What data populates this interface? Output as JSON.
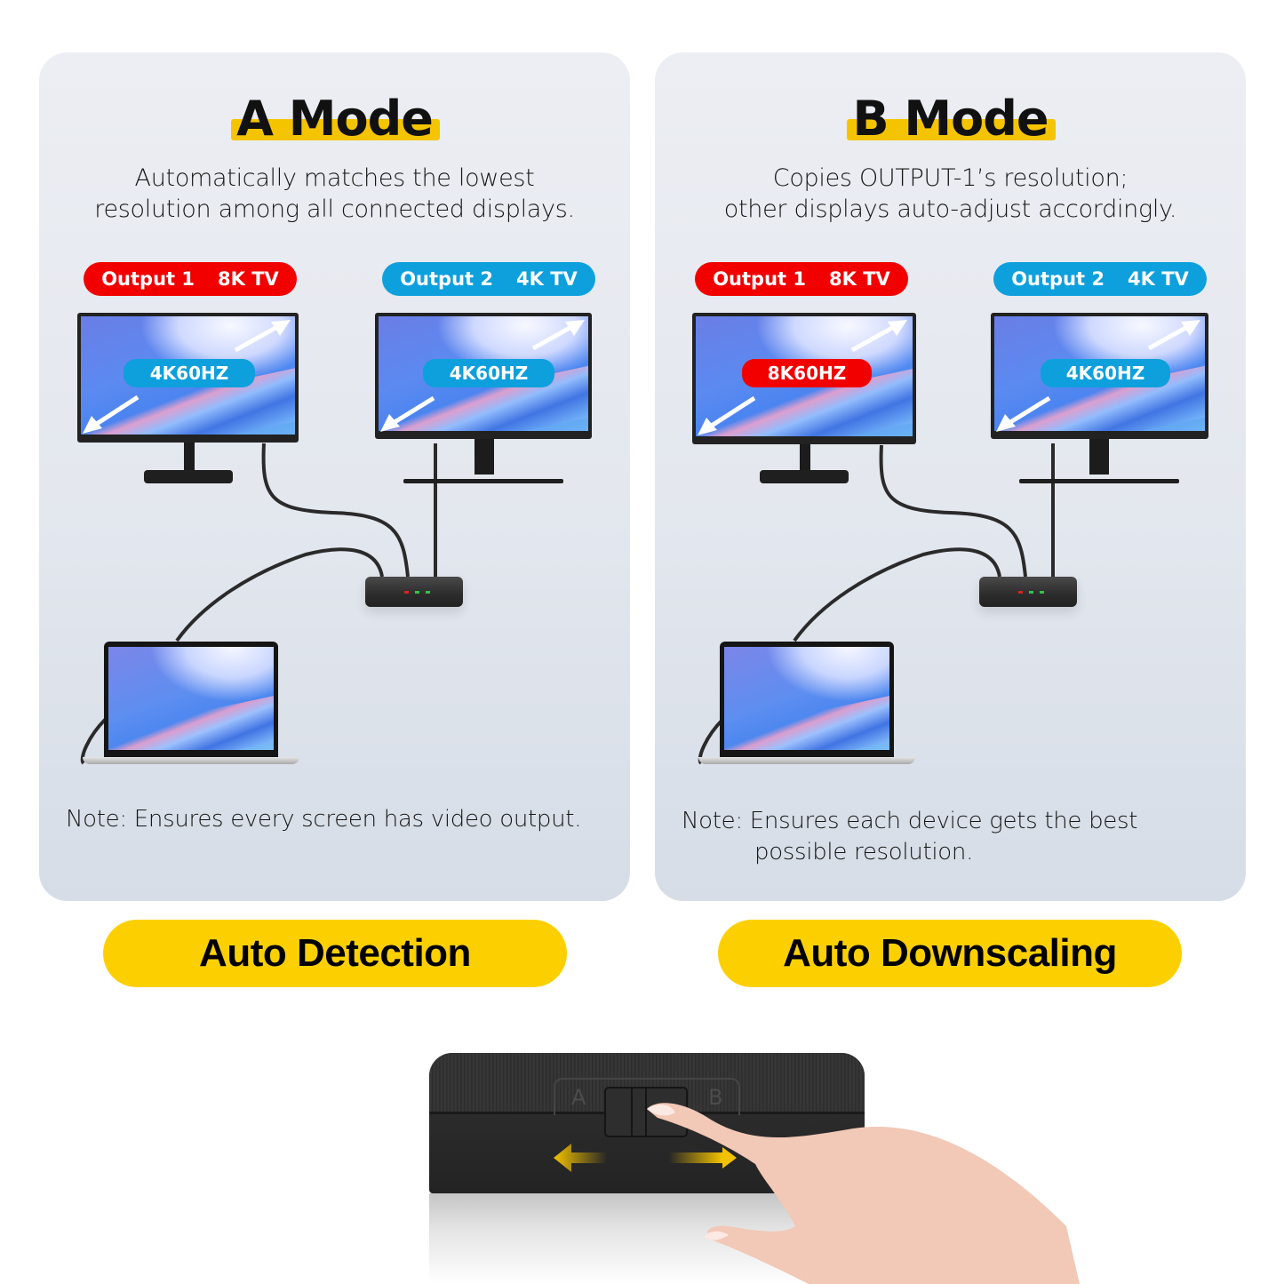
{
  "panels": [
    {
      "id": "a",
      "title": "A Mode",
      "description": [
        "Automatically matches the lowest",
        "resolution among all connected displays."
      ],
      "outputs": [
        {
          "label": "Output 1",
          "device": "8K TV",
          "color": "#f20000",
          "resolution": "4K60HZ",
          "resolution_color": "#0ea0dd"
        },
        {
          "label": "Output 2",
          "device": "4K TV",
          "color": "#0ea0dd",
          "resolution": "4K60HZ",
          "resolution_color": "#0ea0dd"
        }
      ],
      "note": [
        "Note: Ensures every screen has video output."
      ],
      "feature_label": "Auto Detection"
    },
    {
      "id": "b",
      "title": "B Mode",
      "description": [
        "Copies OUTPUT-1’s resolution;",
        "other displays auto-adjust accordingly."
      ],
      "outputs": [
        {
          "label": "Output 1",
          "device": "8K TV",
          "color": "#f20000",
          "resolution": "8K60HZ",
          "resolution_color": "#f20000"
        },
        {
          "label": "Output 2",
          "device": "4K TV",
          "color": "#0ea0dd",
          "resolution": "4K60HZ",
          "resolution_color": "#0ea0dd"
        }
      ],
      "note": [
        "Note: Ensures each device gets the best",
        "possible resolution."
      ],
      "feature_label": "Auto Downscaling"
    }
  ],
  "switch_device": {
    "position_a_label": "A",
    "position_b_label": "B"
  },
  "colors": {
    "accent_yellow": "#fcd000",
    "title_highlight": "#f5c400",
    "output1_red": "#f20000",
    "output2_blue": "#0ea0dd",
    "panel_bg": "#e6e9ef"
  }
}
